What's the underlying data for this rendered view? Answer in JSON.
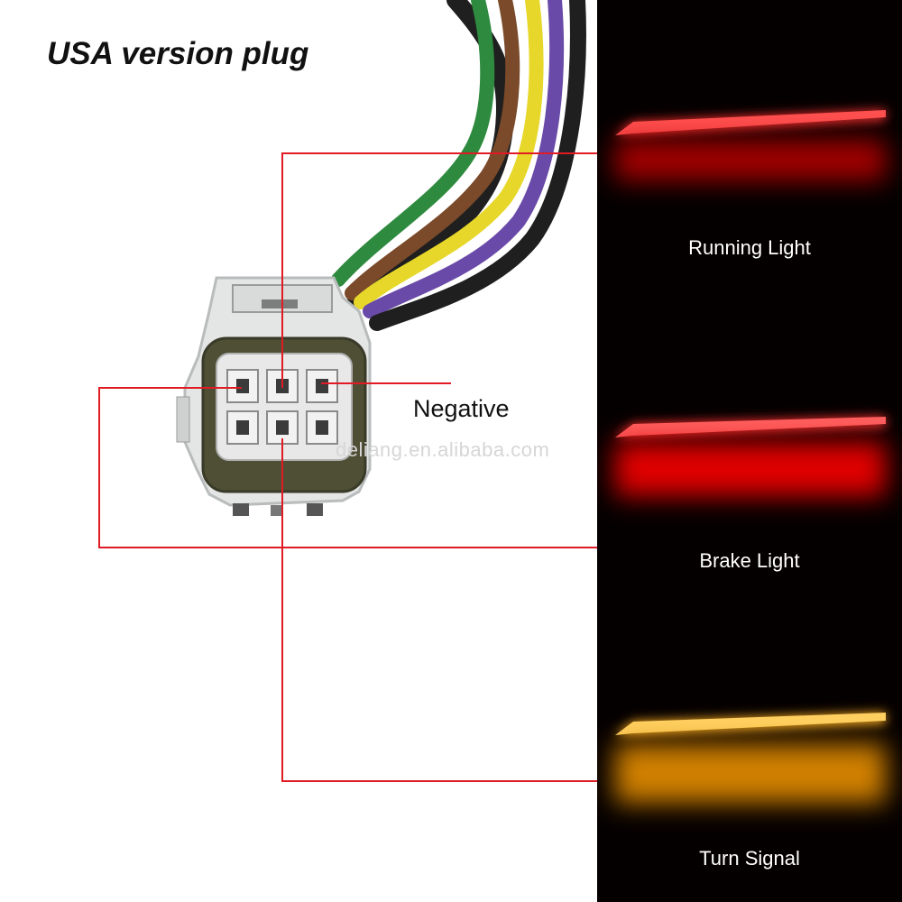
{
  "title": "USA version plug",
  "watermark": "deliang.en.alibaba.com",
  "negative_label": "Negative",
  "lights": [
    {
      "label": "Running Light",
      "color": "#ff1a1a"
    },
    {
      "label": "Brake Light",
      "color": "#ff1a1a"
    },
    {
      "label": "Turn Signal",
      "color": "#ffb000"
    }
  ],
  "wire_colors": [
    "#1f1f1f",
    "#2e8a3e",
    "#7a4a2a",
    "#e7d72a",
    "#6a4aa8",
    "#1f1f1f"
  ],
  "annotation_line_color": "#e01b24",
  "connector": {
    "pins": 6,
    "rows": 2,
    "columns": 3
  }
}
